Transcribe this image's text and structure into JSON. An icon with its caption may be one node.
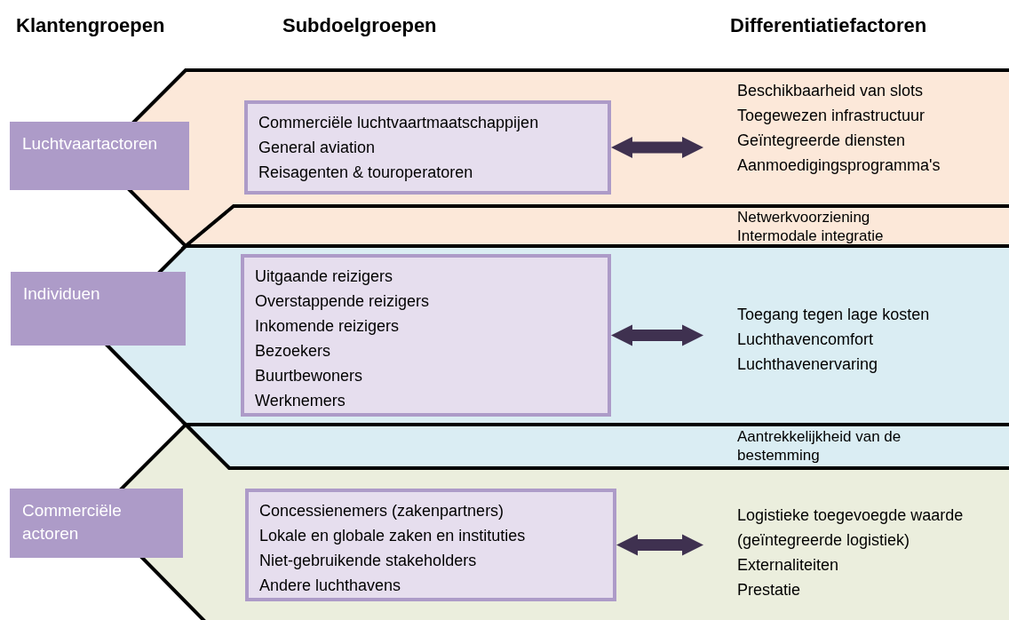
{
  "diagram": {
    "nodes": [
      {
        "text": [],
        "shape": "band"
      },
      {
        "text": [
          "Luchtvaartactoren"
        ]
      },
      {
        "text": [
          "Commerciële luchtvaartmaatschappijen",
          "General aviation",
          "Reisagenten & touroperatoren"
        ],
        "in": 0
      },
      {
        "text": [
          "Beschikbaarheid van slots",
          "Toegewezen infrastructuur",
          "Geïntegreerde diensten",
          "Aanmoedigingsprogramma's"
        ],
        "in": 0
      },
      {
        "text": [
          "Netwerkvoorziening",
          "Intermodale integratie"
        ],
        "in": 0
      },
      {
        "text": [],
        "shape": "band"
      },
      {
        "text": [
          "Individuen"
        ]
      },
      {
        "text": [
          "Uitgaande reizigers",
          "Overstappende reizigers",
          "Inkomende reizigers",
          "Bezoekers",
          "Buurtbewoners",
          "Werknemers"
        ],
        "in": 5
      },
      {
        "text": [
          "Toegang tegen lage kosten",
          "Luchthavencomfort",
          "Luchthavenervaring"
        ],
        "in": 5
      },
      {
        "text": [
          "Aantrekkelijkheid van de bestemming"
        ],
        "in": 5
      },
      {
        "text": [],
        "shape": "band"
      },
      {
        "text": [
          "Commerciële actoren"
        ]
      },
      {
        "text": [
          "Concessienemers (zakenpartners)",
          "Lokale en globale zaken en instituties",
          "Niet-gebruikende stakeholders",
          "Andere luchthavens"
        ],
        "in": 10
      },
      {
        "text": [
          "Logistieke toegevoegde waarde (geïntegreerde logistiek)",
          "Externaliteiten",
          "Prestatie"
        ],
        "in": 10
      }
    ],
    "edges": [
      {
        "from": 2,
        "to": 3,
        "arrow": "both"
      },
      {
        "from": 7,
        "to": 8,
        "arrow": "both"
      },
      {
        "from": 12,
        "to": 13,
        "arrow": "both"
      }
    ],
    "labels": [
      "Klantengroepen",
      "Subdoelgroepen",
      "Differentiatiefactoren"
    ]
  }
}
